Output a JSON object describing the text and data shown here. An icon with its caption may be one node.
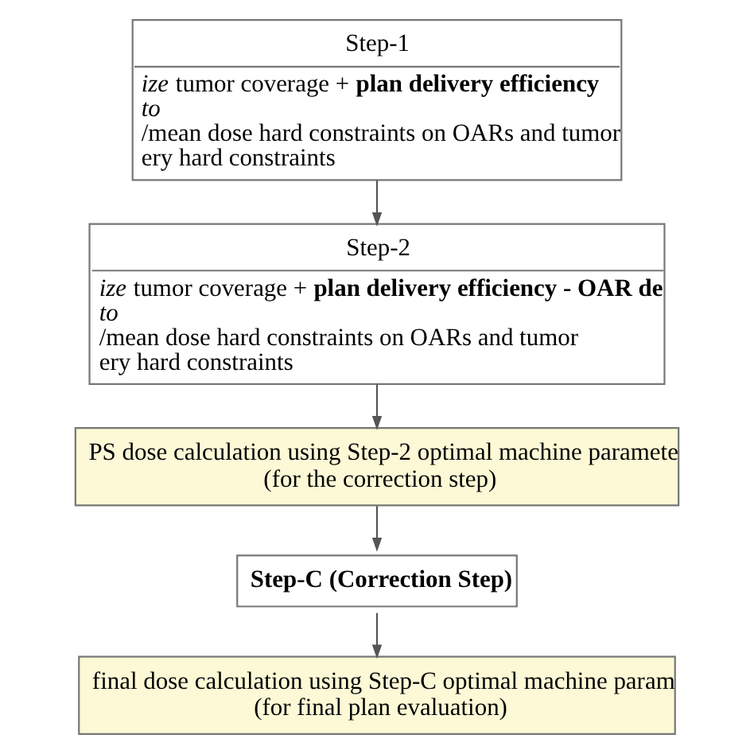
{
  "diagram": {
    "nodes": [
      {
        "text": [
          "Step-1",
          "*ize* tumor coverage + **plan delivery efficiency**",
          "*to*",
          "/mean dose hard constraints on OARs and tumor",
          "ery hard constraints"
        ]
      },
      {
        "text": [
          "Step-2",
          "*ize* tumor coverage + **plan delivery efficiency - OAR de**",
          "*to*",
          "/mean dose hard constraints on OARs and tumor",
          "ery hard constraints"
        ]
      },
      {
        "text": [
          "PS dose calculation using Step-2 optimal machine paramete",
          "(for the correction step)"
        ]
      },
      {
        "text": [
          "Step-C (Correction Step)"
        ]
      },
      {
        "text": [
          "final dose calculation using Step-C optimal machine param",
          "(for final plan evaluation)"
        ]
      }
    ],
    "edges": [
      {
        "from": 0,
        "to": 1,
        "arrow": "to"
      },
      {
        "from": 1,
        "to": 2,
        "arrow": "to"
      },
      {
        "from": 2,
        "to": 3,
        "arrow": "to"
      },
      {
        "from": 3,
        "to": 4,
        "arrow": "to"
      }
    ]
  }
}
